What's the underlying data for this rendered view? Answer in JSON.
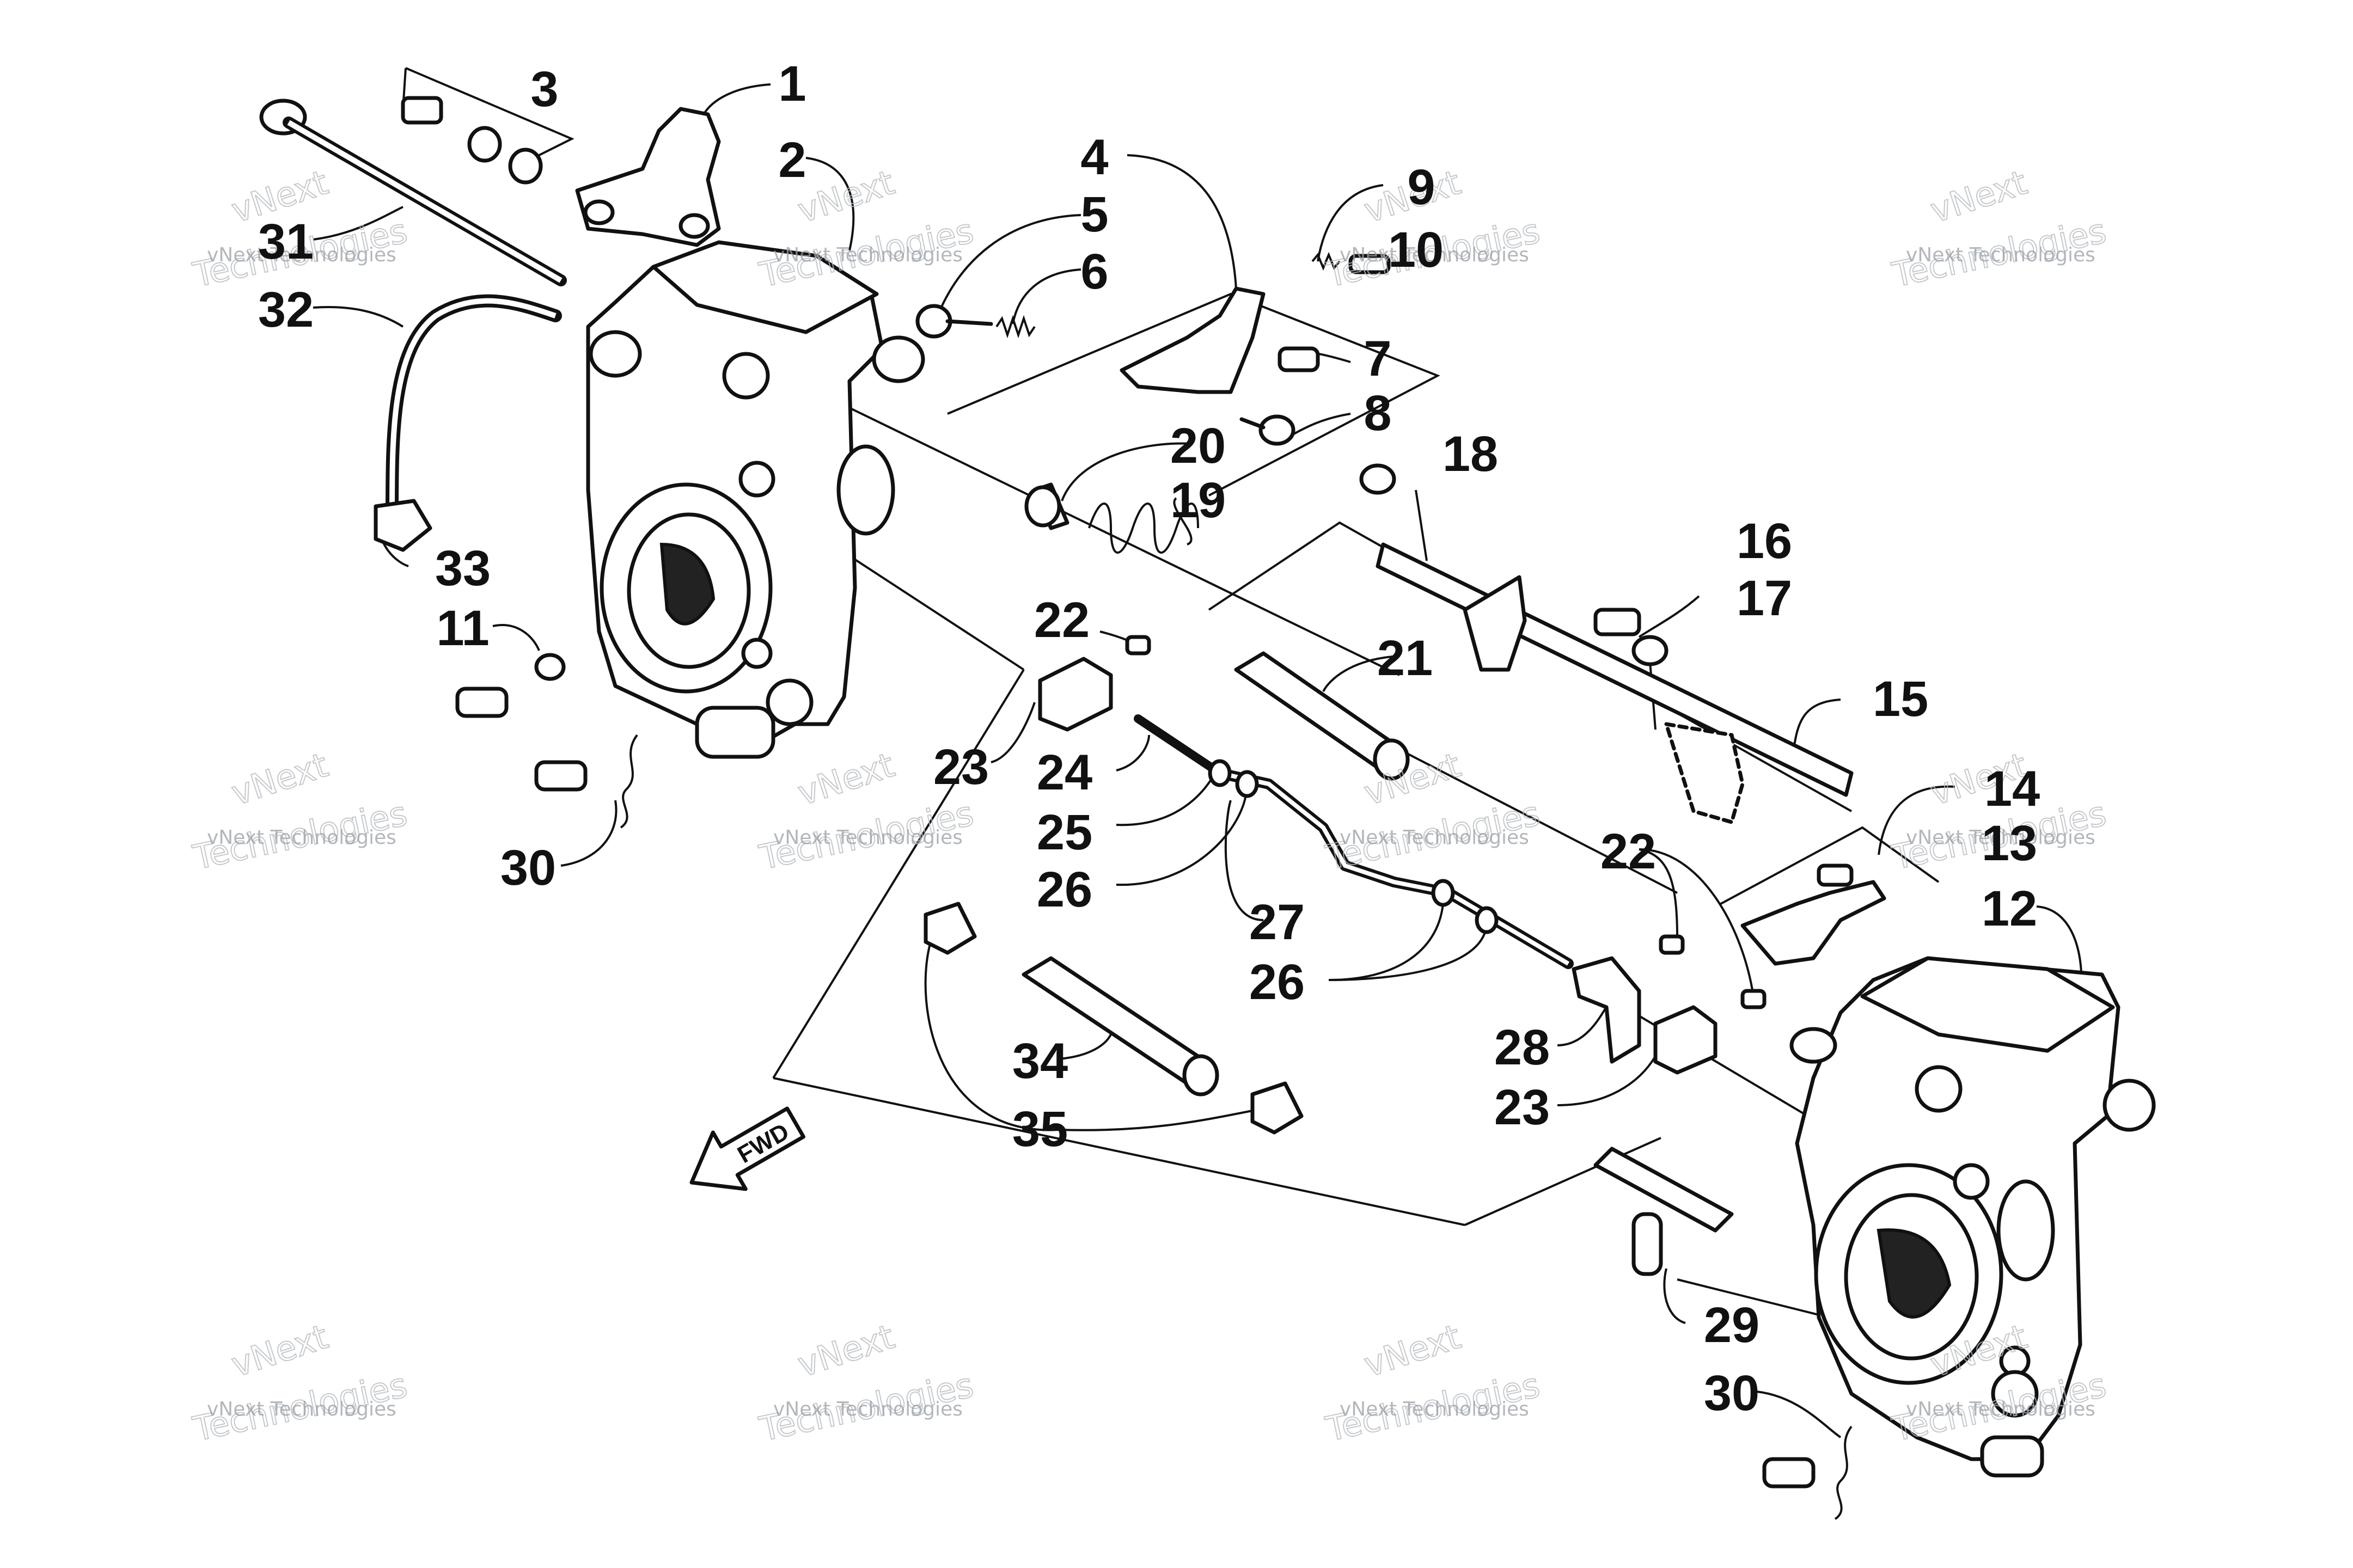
{
  "callouts": [
    "1",
    "2",
    "3",
    "4",
    "5",
    "6",
    "7",
    "8",
    "9",
    "10",
    "11",
    "12",
    "13",
    "14",
    "15",
    "16",
    "17",
    "18",
    "19",
    "20",
    "21",
    "22",
    "22",
    "23",
    "23",
    "24",
    "25",
    "26",
    "26",
    "27",
    "28",
    "29",
    "30",
    "30",
    "31",
    "32",
    "33",
    "34",
    "35"
  ],
  "watermark": {
    "line1": "vNext",
    "line2": "Technologies",
    "small": "vNext Technologies"
  },
  "fwd_label": "FWD"
}
